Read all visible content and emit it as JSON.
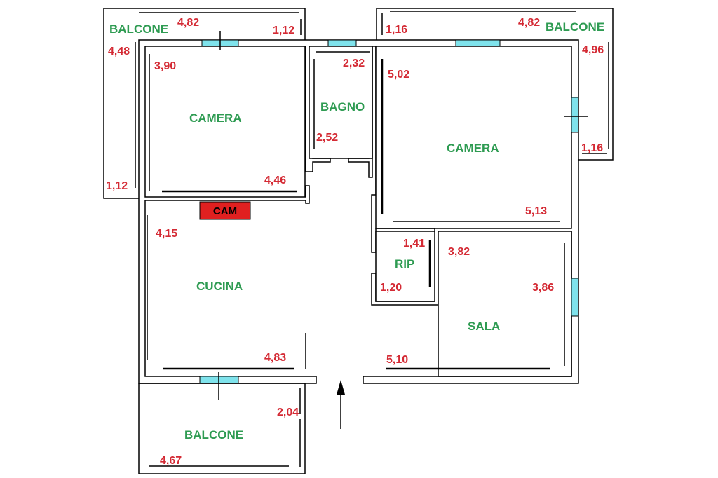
{
  "rooms": {
    "balcone_top_left": {
      "label": "BALCONE",
      "dims": [
        "4,82",
        "1,12",
        "4,48",
        "1,12"
      ]
    },
    "camera_left": {
      "label": "CAMERA",
      "dims": [
        "3,90",
        "4,46"
      ]
    },
    "bagno": {
      "label": "BAGNO",
      "dims": [
        "2,32",
        "2,52"
      ]
    },
    "balcone_top_right": {
      "label": "BALCONE",
      "dims": [
        "1,16",
        "4,82",
        "4,96",
        "1,16"
      ]
    },
    "camera_right": {
      "label": "CAMERA",
      "dims": [
        "5,02",
        "5,13"
      ]
    },
    "cucina": {
      "label": "CUCINA",
      "dims": [
        "4,15",
        "4,83"
      ]
    },
    "rip": {
      "label": "RIP",
      "dims": [
        "1,41",
        "1,20"
      ]
    },
    "sala": {
      "label": "SALA",
      "dims": [
        "3,82",
        "3,86",
        "5,10"
      ]
    },
    "balcone_bottom": {
      "label": "BALCONE",
      "dims": [
        "2,04",
        "4,67"
      ]
    }
  },
  "cam_label": "CAM",
  "colors": {
    "dimension": "#d42a34",
    "room": "#2e9b52",
    "window": "#7fe3ec",
    "cam_box": "#e02020"
  }
}
